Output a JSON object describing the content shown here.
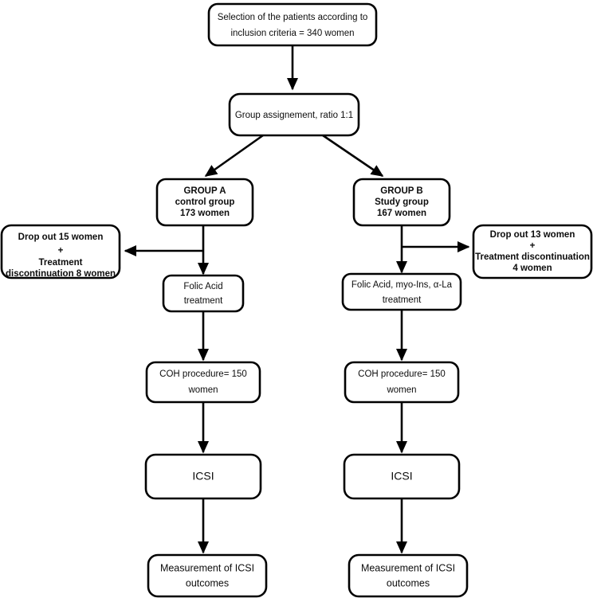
{
  "diagram": {
    "title": "Study flow diagram",
    "background_color": "#ffffff",
    "line_color": "#000000",
    "text_color": "#0d0d0d"
  },
  "nodes": {
    "selection": {
      "line1": "Selection of the patients according to",
      "line2": "inclusion criteria = 340 women"
    },
    "assignment": {
      "line1": "Group assignement, ratio 1:1"
    },
    "group_a": {
      "line1": "GROUP A",
      "line2": "control group",
      "line3": "173 women"
    },
    "group_b": {
      "line1": "GROUP B",
      "line2": "Study group",
      "line3": "167 women"
    },
    "dropout_a": {
      "line1": "Drop out 15 women",
      "line2": "+",
      "line3": "Treatment",
      "line4": "discontinuation 8 women"
    },
    "dropout_b": {
      "line1": "Drop out 13 women",
      "line2": "+",
      "line3": "Treatment discontinuation",
      "line4": "4 women"
    },
    "treatment_a": {
      "line1": "Folic Acid",
      "line2": "treatment"
    },
    "treatment_b": {
      "line1": "Folic Acid, myo-Ins, α-La",
      "line2": "treatment"
    },
    "coh_a": {
      "line1": "COH procedure= 150",
      "line2": "women"
    },
    "coh_b": {
      "line1": "COH procedure= 150",
      "line2": "women"
    },
    "icsi_a": {
      "line1": "ICSI"
    },
    "icsi_b": {
      "line1": "ICSI"
    },
    "outcome_a": {
      "line1": "Measurement of ICSI",
      "line2": "outcomes"
    },
    "outcome_b": {
      "line1": "Measurement of ICSI",
      "line2": "outcomes"
    }
  }
}
